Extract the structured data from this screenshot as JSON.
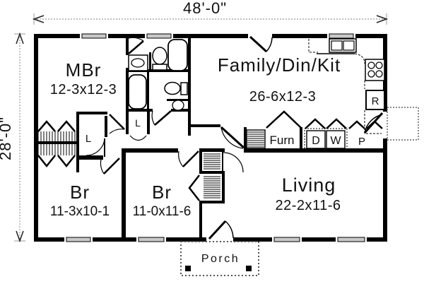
{
  "plan": {
    "dim_width": "48'-0\"",
    "dim_height": "28'-0\"",
    "rooms": {
      "mbr": {
        "name": "MBr",
        "size": "12-3x12-3"
      },
      "family": {
        "name": "Family/Din/Kit",
        "size": "26-6x12-3"
      },
      "br1": {
        "name": "Br",
        "size": "11-3x10-1"
      },
      "br2": {
        "name": "Br",
        "size": "11-0x11-6"
      },
      "living": {
        "name": "Living",
        "size": "22-2x11-6"
      },
      "porch": {
        "name": "Porch"
      }
    },
    "labels": {
      "furnace": "Furn",
      "dryer": "D",
      "washer": "W",
      "pantry": "P",
      "refrigerator": "R",
      "linen_hall": "L",
      "linen_bath": "L"
    },
    "colors": {
      "wall": "#000000",
      "window_fill": "#c9c9c9",
      "dim_line": "#999999"
    }
  }
}
